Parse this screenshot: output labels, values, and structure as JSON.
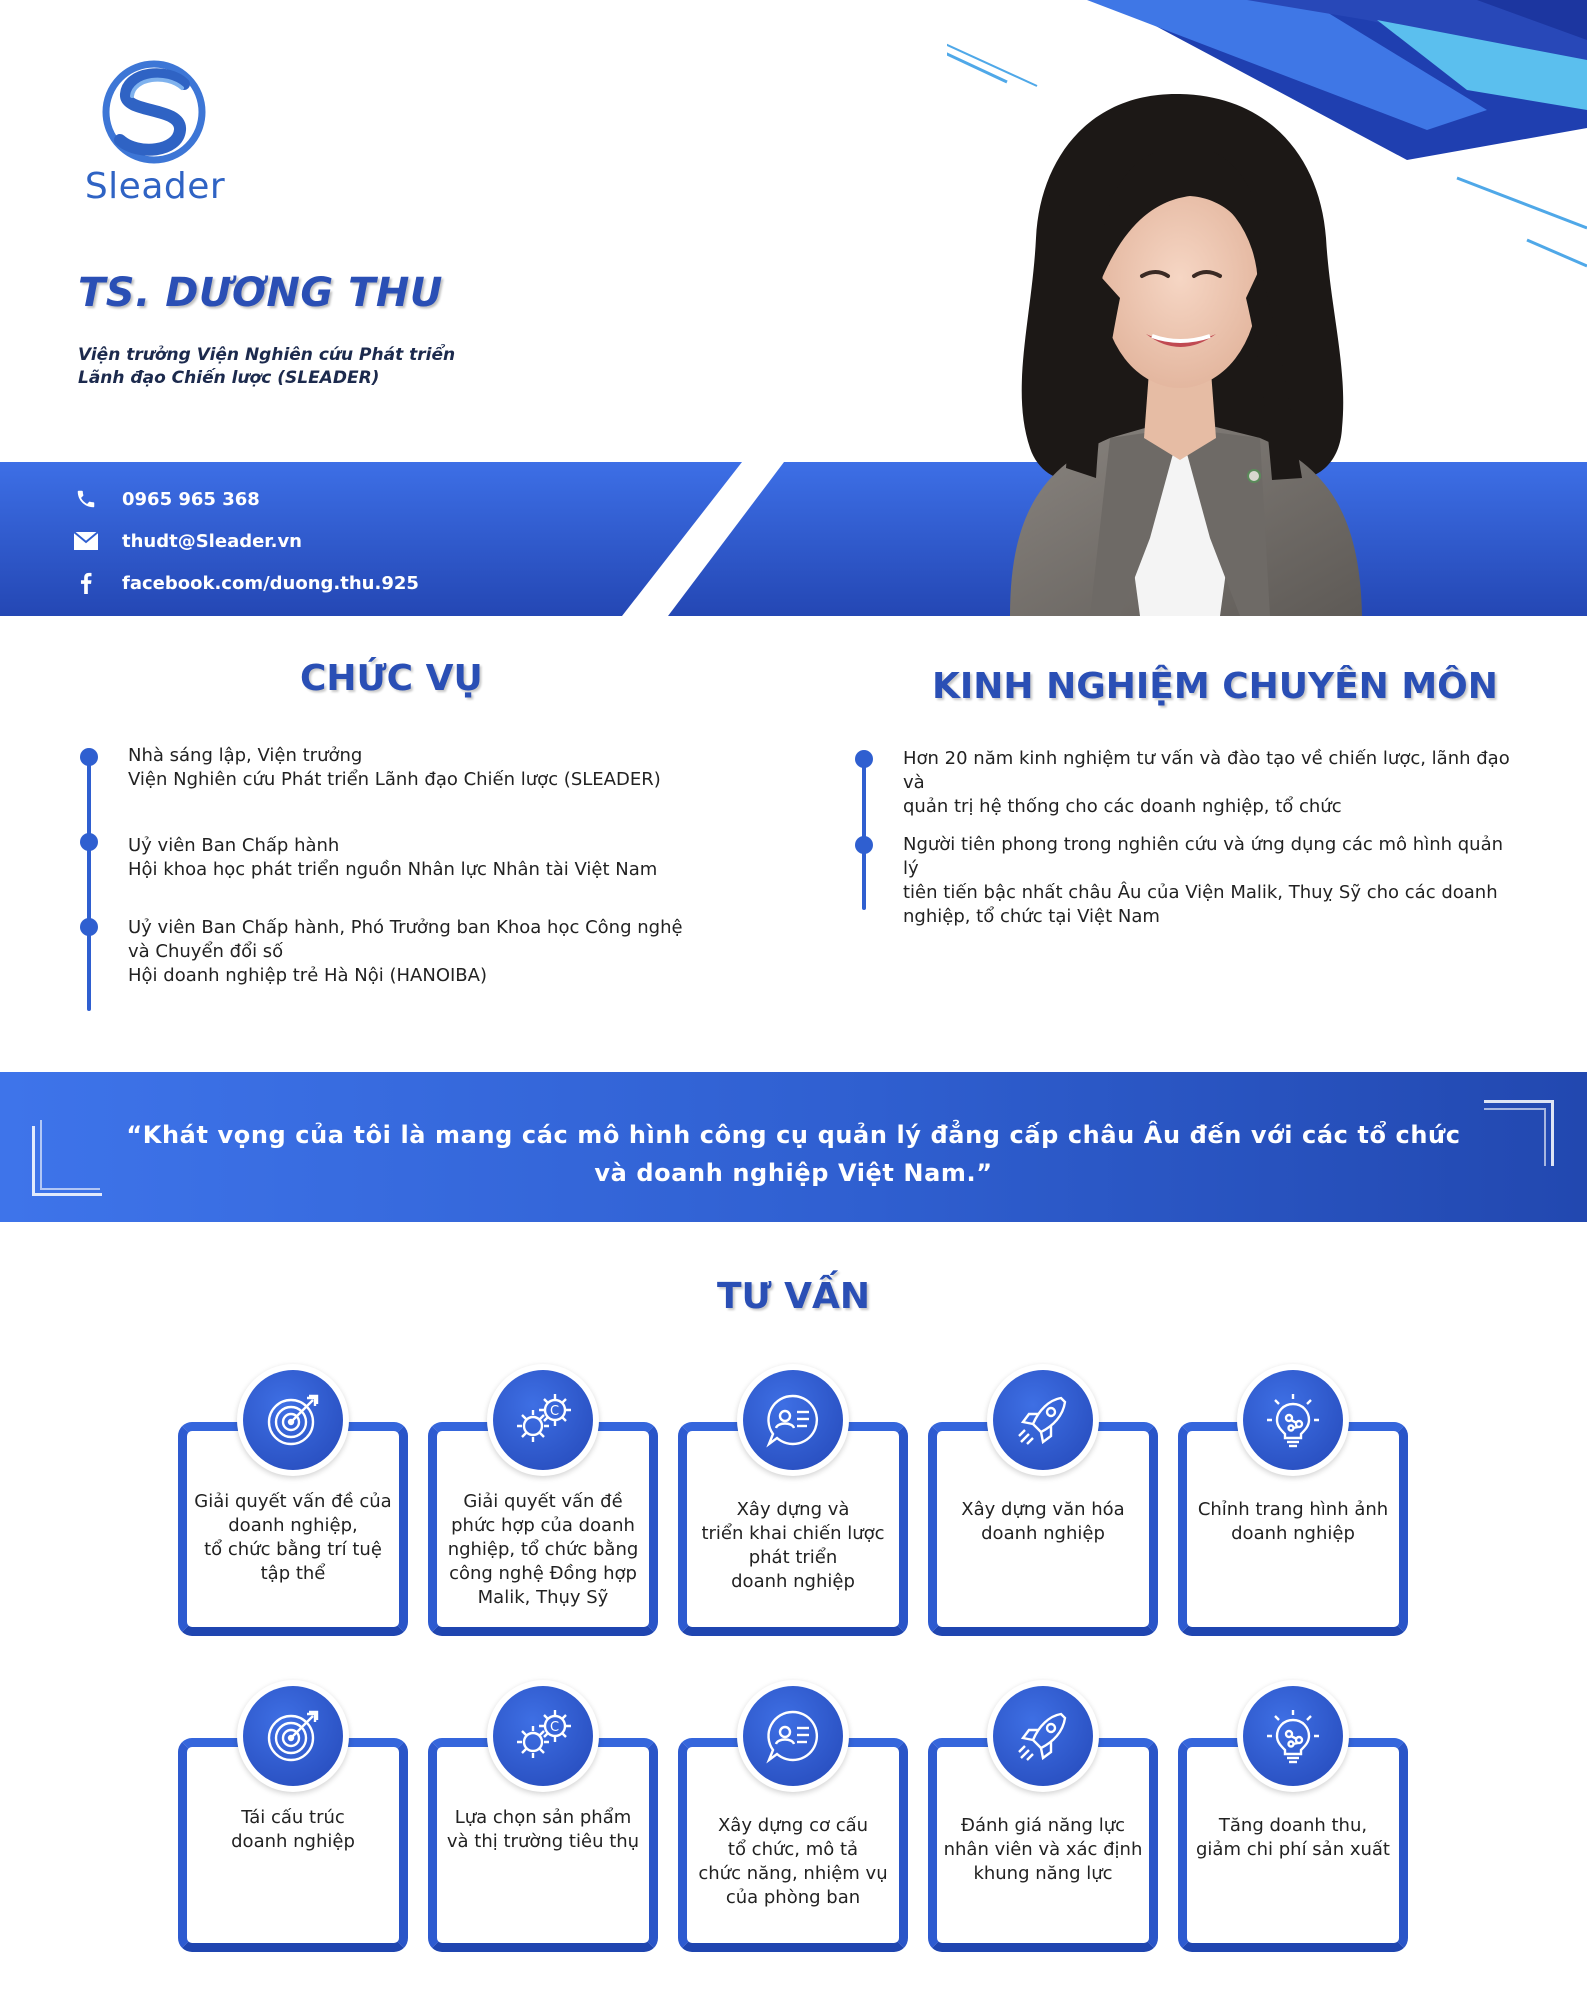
{
  "brand": {
    "name": "Sleader",
    "accent": "#2f5fd0",
    "dark": "#2248b0"
  },
  "profile": {
    "name": "TS. DƯƠNG THU",
    "role_line1": "Viện trưởng Viện Nghiên cứu Phát triển",
    "role_line2": "Lãnh đạo Chiến lược (SLEADER)"
  },
  "contact": {
    "phone": "0965 965 368",
    "email": "thudt@Sleader.vn",
    "facebook": "facebook.com/duong.thu.925"
  },
  "positions": {
    "title": "CHỨC VỤ",
    "items": [
      {
        "line1": "Nhà sáng lập, Viện trưởng",
        "line2": "Viện Nghiên cứu Phát triển Lãnh đạo Chiến lược (SLEADER)",
        "line3": ""
      },
      {
        "line1": "Uỷ viên Ban Chấp hành",
        "line2": "Hội khoa học phát triển nguồn Nhân lực Nhân tài Việt Nam",
        "line3": ""
      },
      {
        "line1": "Uỷ viên Ban Chấp hành, Phó Trưởng ban Khoa học Công nghệ",
        "line2": "và Chuyển đổi số",
        "line3": "Hội doanh nghiệp trẻ Hà Nội (HANOIBA)"
      }
    ]
  },
  "experience": {
    "title": "KINH NGHIỆM CHUYÊN MÔN",
    "items": [
      {
        "line1": "Hơn 20 năm kinh nghiệm tư vấn và đào tạo về chiến lược, lãnh đạo và",
        "line2": "quản trị hệ thống cho các doanh nghiệp, tổ chức",
        "line3": ""
      },
      {
        "line1": "Người tiên phong trong nghiên cứu và ứng dụng các mô hình quản lý",
        "line2": "tiên tiến bậc nhất châu Âu của Viện Malik, Thuỵ Sỹ cho các doanh",
        "line3": "nghiệp, tổ chức tại Việt Nam"
      }
    ]
  },
  "quote": {
    "line1": "“Khát vọng của tôi là mang các mô hình công cụ quản lý đẳng cấp châu Âu đến với các tổ chức",
    "line2": "và doanh nghiệp Việt Nam.”"
  },
  "consulting": {
    "title": "TƯ VẤN",
    "cards": [
      {
        "icon": "target-icon",
        "lines": [
          "Giải quyết vấn đề của",
          "doanh nghiệp,",
          "tổ chức bằng trí tuệ",
          "tập thể"
        ]
      },
      {
        "icon": "gears-icon",
        "lines": [
          "Giải quyết vấn đề",
          "phức hợp của doanh",
          "nghiệp, tổ chức bằng",
          "công nghệ Đồng hợp",
          "Malik, Thụy Sỹ"
        ]
      },
      {
        "icon": "profile-chat-icon",
        "lines": [
          "Xây dựng và",
          "triển khai chiến lược",
          "phát triển",
          "doanh nghiệp"
        ]
      },
      {
        "icon": "rocket-icon",
        "lines": [
          "Xây dựng văn hóa",
          "doanh nghiệp"
        ]
      },
      {
        "icon": "lightbulb-icon",
        "lines": [
          "Chỉnh trang hình ảnh",
          "doanh nghiệp"
        ]
      },
      {
        "icon": "target-icon",
        "lines": [
          "Tái cấu trúc",
          "doanh nghiệp"
        ]
      },
      {
        "icon": "gears-icon",
        "lines": [
          "Lựa chọn sản phẩm",
          "và thị trường tiêu thụ"
        ]
      },
      {
        "icon": "profile-chat-icon",
        "lines": [
          "Xây dựng cơ cấu",
          "tổ chức, mô tả",
          "chức năng, nhiệm vụ",
          "của phòng ban"
        ]
      },
      {
        "icon": "rocket-icon",
        "lines": [
          "Đánh giá năng lực",
          "nhân viên và xác định",
          "khung năng lực"
        ]
      },
      {
        "icon": "lightbulb-icon",
        "lines": [
          "Tăng doanh thu,",
          "giảm chi phí sản xuất"
        ]
      }
    ]
  }
}
